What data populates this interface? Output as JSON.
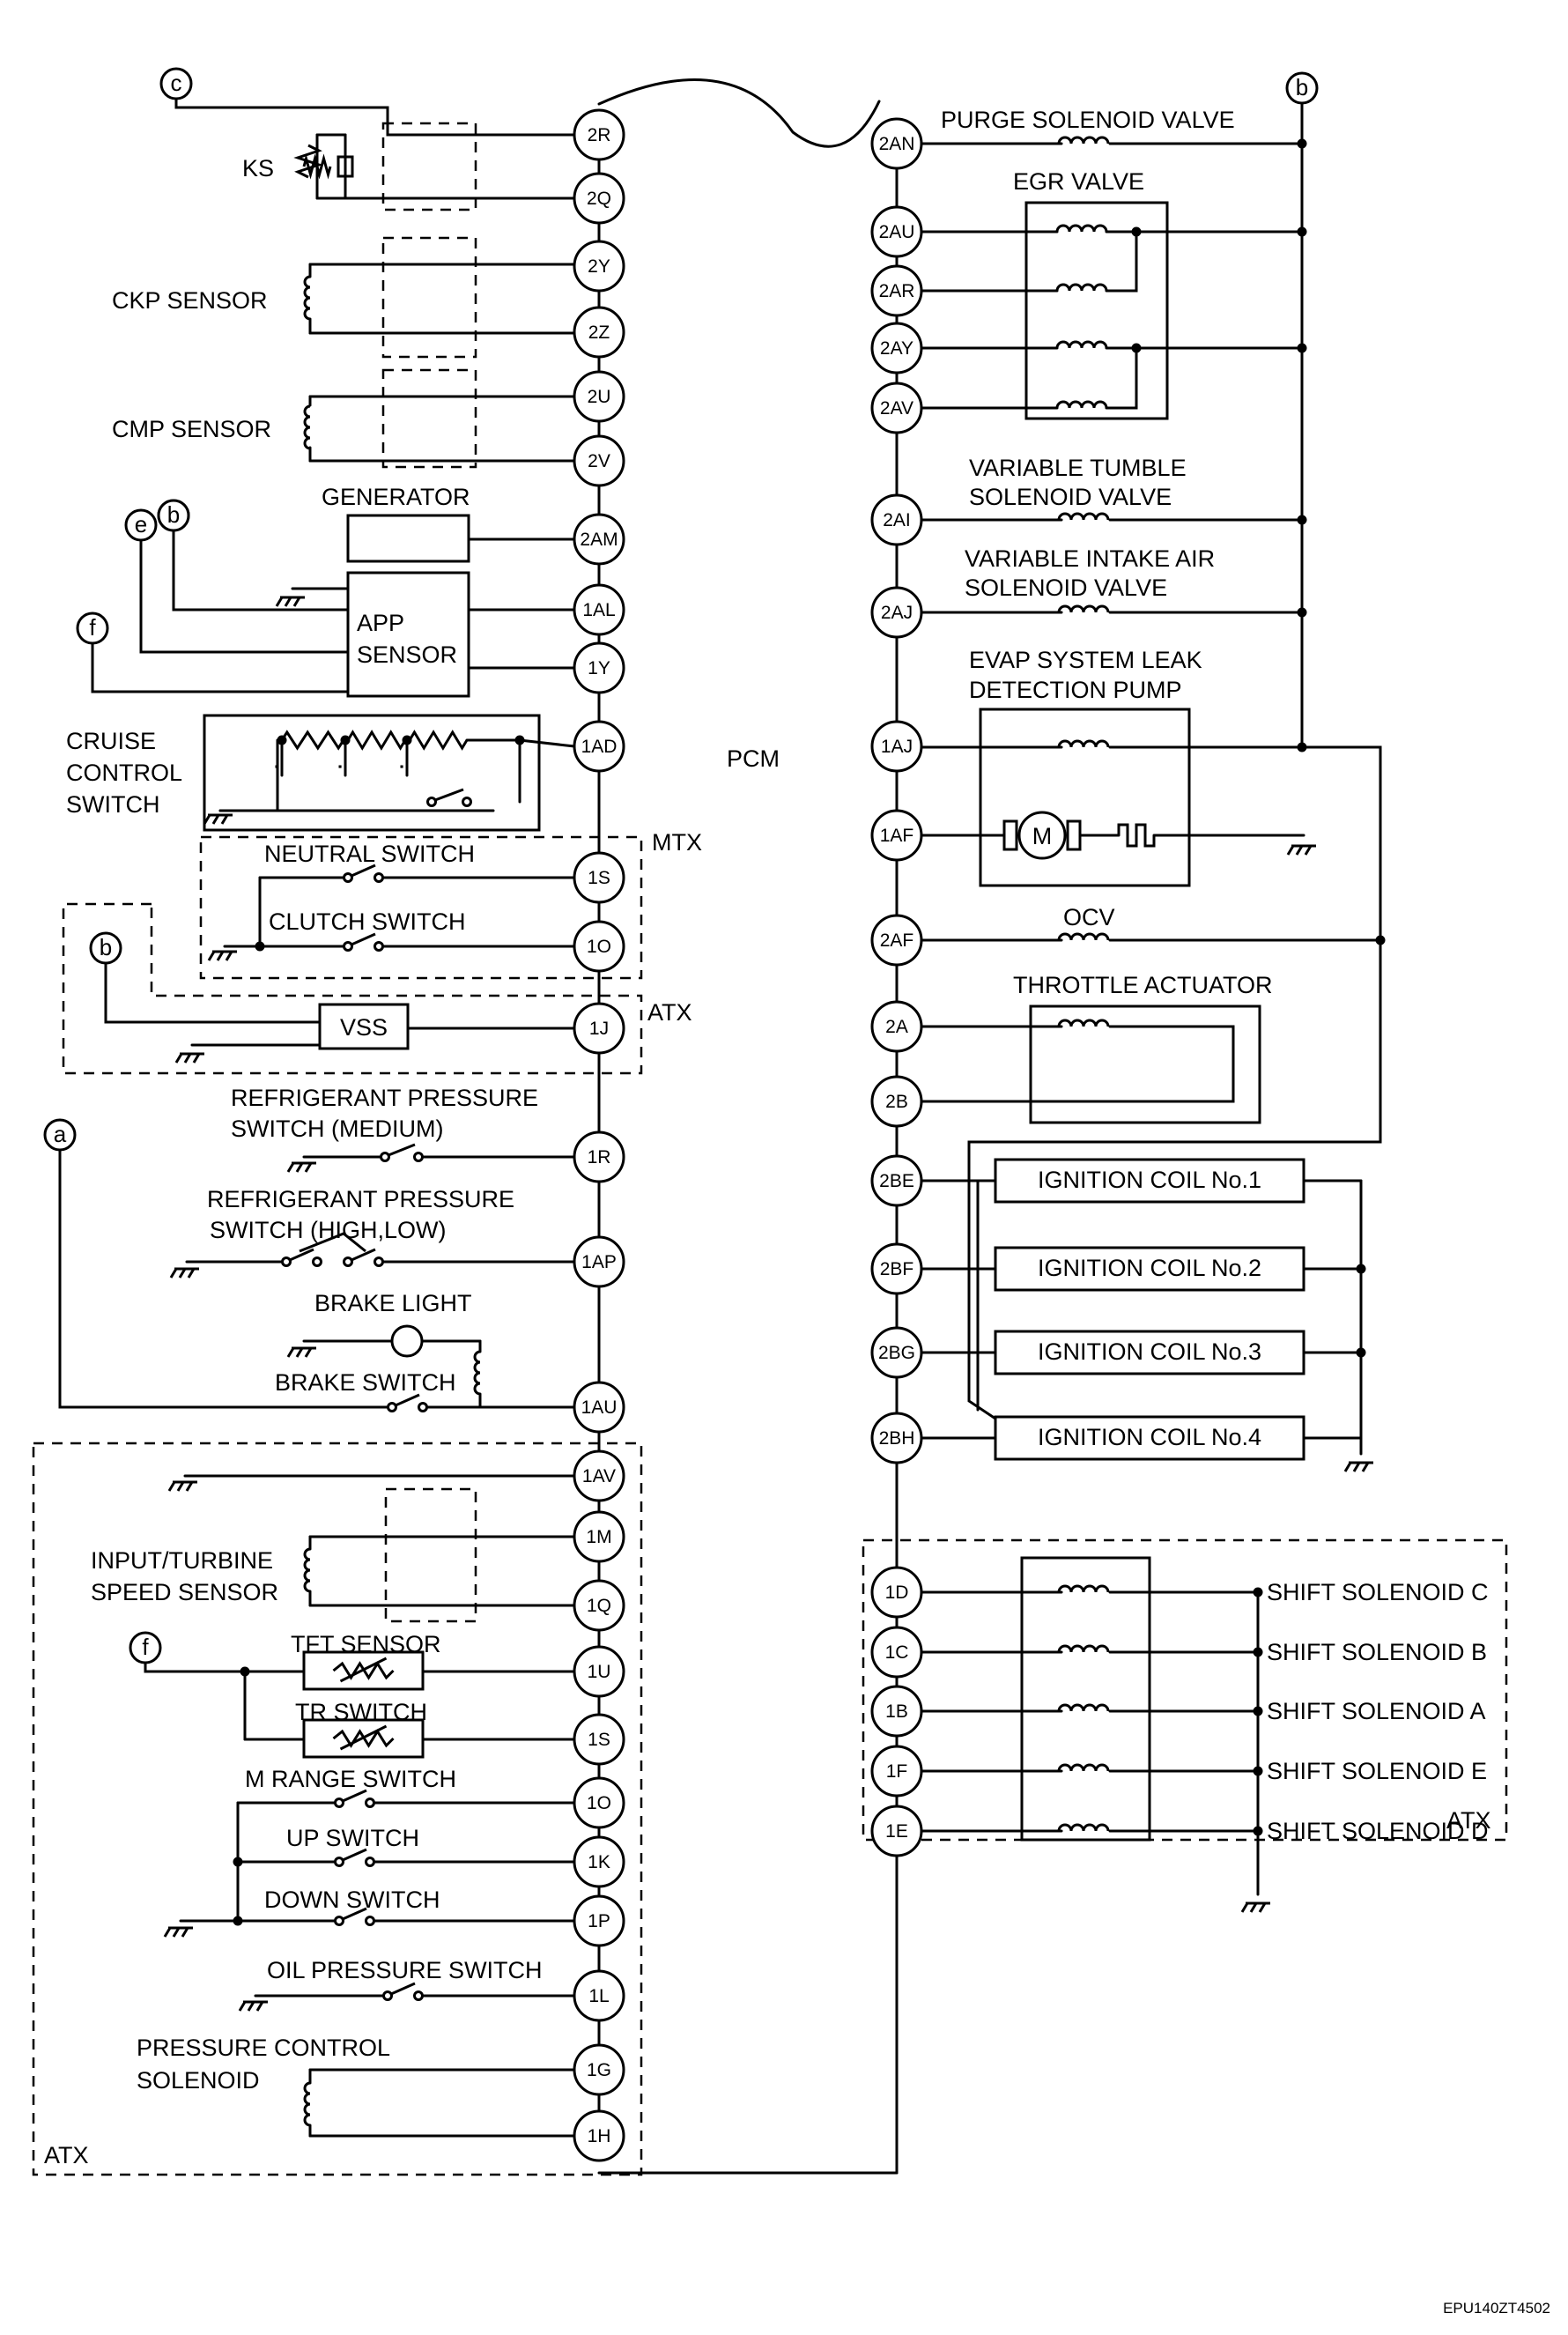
{
  "controller": {
    "label": "PCM"
  },
  "refs": [
    "c",
    "b",
    "e",
    "f",
    "a"
  ],
  "left_pins": [
    "2R",
    "2Q",
    "2Y",
    "2Z",
    "2U",
    "2V",
    "2AM",
    "1AL",
    "1Y",
    "1AD",
    "1S",
    "1O",
    "1J",
    "1R",
    "1AP",
    "1AU",
    "1AV",
    "1M",
    "1Q",
    "1U",
    "1S",
    "1O",
    "1K",
    "1P",
    "1L",
    "1G",
    "1H"
  ],
  "right_pins": [
    "2AN",
    "2AU",
    "2AR",
    "2AY",
    "2AV",
    "2AI",
    "2AJ",
    "1AJ",
    "1AF",
    "2AF",
    "2A",
    "2B",
    "2BE",
    "2BF",
    "2BG",
    "2BH"
  ],
  "atx_pins": [
    "1D",
    "1C",
    "1B",
    "1F",
    "1E"
  ],
  "left_labels": {
    "ks": "KS",
    "ckp": "CKP SENSOR",
    "cmp": "CMP SENSOR",
    "generator": "GENERATOR",
    "app_1": "APP",
    "app_2": "SENSOR",
    "cruise_1": "CRUISE",
    "cruise_2": "CONTROL",
    "cruise_3": "SWITCH",
    "mtx": "MTX",
    "neutral": "NEUTRAL SWITCH",
    "clutch": "CLUTCH SWITCH",
    "atx_vss": "ATX",
    "vss": "VSS",
    "ref_med_1": "REFRIGERANT PRESSURE",
    "ref_med_2": "SWITCH (MEDIUM)",
    "ref_hl_1": "REFRIGERANT PRESSURE",
    "ref_hl_2": "SWITCH (HIGH,LOW)",
    "brake_light": "BRAKE LIGHT",
    "brake_switch": "BRAKE SWITCH",
    "input_1": "INPUT/TURBINE",
    "input_2": "SPEED SENSOR",
    "tft": "TFT SENSOR",
    "tr": "TR SWITCH",
    "m_range": "M RANGE SWITCH",
    "up": "UP SWITCH",
    "down": "DOWN SWITCH",
    "oil": "OIL PRESSURE SWITCH",
    "pcs_1": "PRESSURE CONTROL",
    "pcs_2": "SOLENOID",
    "atx_bottom": "ATX"
  },
  "right_labels": {
    "purge": "PURGE SOLENOID VALVE",
    "egr": "EGR  VALVE",
    "vt_1": "VARIABLE TUMBLE",
    "vt_2": "SOLENOID VALVE",
    "via_1": "VARIABLE INTAKE AIR",
    "via_2": "SOLENOID VALVE",
    "evap_1": "EVAP SYSTEM LEAK",
    "evap_2": "DETECTION PUMP",
    "motor": "M",
    "ocv": "OCV",
    "throttle": "THROTTLE ACTUATOR",
    "atx_right": "ATX"
  },
  "ignition_coils": [
    "IGNITION COIL No.1",
    "IGNITION COIL No.2",
    "IGNITION COIL No.3",
    "IGNITION COIL No.4"
  ],
  "shift_solenoids": [
    "SHIFT SOLENOID C",
    "SHIFT SOLENOID B",
    "SHIFT SOLENOID A",
    "SHIFT SOLENOID E",
    "SHIFT SOLENOID D"
  ],
  "figure_code": "EPU140ZT4502"
}
